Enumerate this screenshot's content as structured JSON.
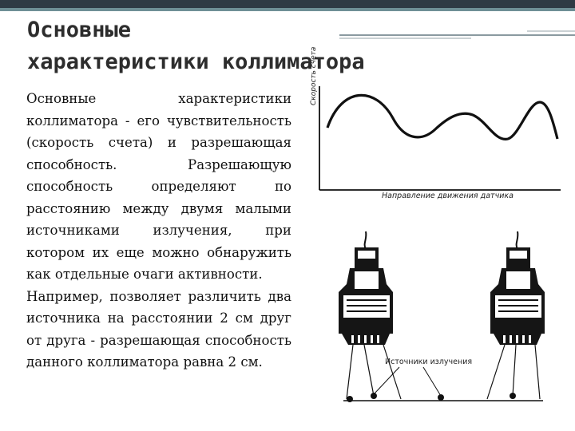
{
  "slide": {
    "title_line1": "Основные",
    "title_line2": "характеристики коллиматора",
    "paragraph1": "Основные характеристики коллиматора - его чувствительность (скорость счета) и разрешающая способность. Разрешающую способность определяют по расстоянию между двумя малыми источниками излучения, при котором их еще можно обнаружить как отдельные очаги активности.",
    "paragraph2": "Например, позволяет различить два источника на расстоянии 2 см друг от друга - разрешающая способность данного коллиматора равна 2 см."
  },
  "figure": {
    "y_axis_label": "Скорость счета",
    "x_axis_label": "Направление движения датчика",
    "sources_label": "Источники излучения"
  },
  "colors": {
    "top_bar": "#2f3a44",
    "top_bar_accent": "#6f8f96",
    "title_text": "#2d2d2d"
  }
}
